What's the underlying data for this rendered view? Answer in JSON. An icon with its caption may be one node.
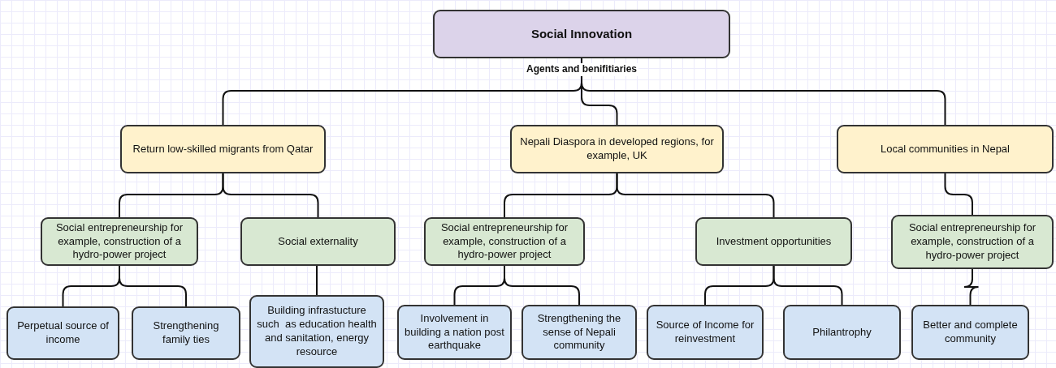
{
  "diagram": {
    "nodes": [
      {
        "text": [
          "Social Innovation"
        ]
      },
      {
        "text": [
          "Return low-skilled migrants from Qatar"
        ]
      },
      {
        "text": [
          "Nepali Diaspora in developed regions, for example, UK"
        ]
      },
      {
        "text": [
          "Local communities in Nepal"
        ]
      },
      {
        "text": [
          "Social entrepreneurship for example, construction of a hydro-power project"
        ]
      },
      {
        "text": [
          "Social externality"
        ]
      },
      {
        "text": [
          "Social entrepreneurship for example, construction of a hydro-power project"
        ]
      },
      {
        "text": [
          "Investment opportunities"
        ]
      },
      {
        "text": [
          "Social entrepreneurship for example, construction of a hydro-power project"
        ]
      },
      {
        "text": [
          "Perpetual source of income"
        ]
      },
      {
        "text": [
          "Strengthening family ties"
        ]
      },
      {
        "text": [
          "Building infrastucture such  as education health and sanitation, energy resource"
        ]
      },
      {
        "text": [
          "Involvement in building a nation post earthquake"
        ]
      },
      {
        "text": [
          "Strengthening the sense of Nepali community"
        ]
      },
      {
        "text": [
          "Source of Income for reinvestment"
        ]
      },
      {
        "text": [
          "Philantrophy"
        ]
      },
      {
        "text": [
          "Better and complete community"
        ]
      }
    ],
    "edges": [
      {
        "from": 0,
        "to": 1,
        "arrow": "none"
      },
      {
        "from": 0,
        "to": 2,
        "arrow": "none",
        "label": "Agents and benifitiaries"
      },
      {
        "from": 0,
        "to": 3,
        "arrow": "none"
      },
      {
        "from": 1,
        "to": 4,
        "arrow": "none"
      },
      {
        "from": 1,
        "to": 5,
        "arrow": "none"
      },
      {
        "from": 2,
        "to": 6,
        "arrow": "none"
      },
      {
        "from": 2,
        "to": 7,
        "arrow": "none"
      },
      {
        "from": 3,
        "to": 8,
        "arrow": "none"
      },
      {
        "from": 4,
        "to": 9,
        "arrow": "none"
      },
      {
        "from": 4,
        "to": 10,
        "arrow": "none"
      },
      {
        "from": 5,
        "to": 11,
        "arrow": "none"
      },
      {
        "from": 6,
        "to": 12,
        "arrow": "none"
      },
      {
        "from": 6,
        "to": 13,
        "arrow": "none"
      },
      {
        "from": 7,
        "to": 14,
        "arrow": "none"
      },
      {
        "from": 7,
        "to": 15,
        "arrow": "none"
      },
      {
        "from": 8,
        "to": 16,
        "arrow": "none"
      }
    ]
  }
}
